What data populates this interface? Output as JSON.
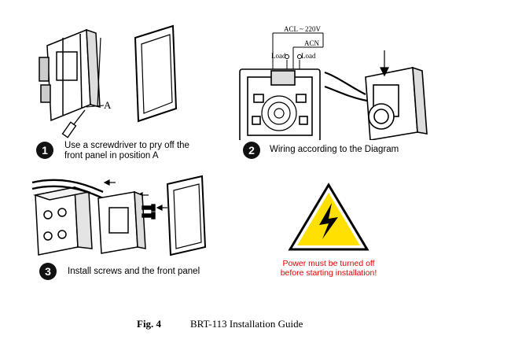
{
  "steps": [
    {
      "number": "1",
      "line1": "Use a screwdriver to pry off the",
      "line2": "front panel in position A"
    },
    {
      "number": "2",
      "line1": "Wiring according to the Diagram"
    },
    {
      "number": "3",
      "line1": "Install screws and the front panel"
    }
  ],
  "diagram_labels": {
    "position_marker": "A",
    "acl": "ACL ~ 220V",
    "acn": "ACN",
    "load_left": "Load",
    "load_right": "Load"
  },
  "warning": {
    "line1": "Power must be turned off",
    "line2": "before starting installation!",
    "icon": "high-voltage-warning-icon",
    "color_text": "#e60000",
    "color_triangle": "#ffe000"
  },
  "caption": {
    "label": "Fig. 4",
    "title": "BRT-113 Installation Guide"
  }
}
